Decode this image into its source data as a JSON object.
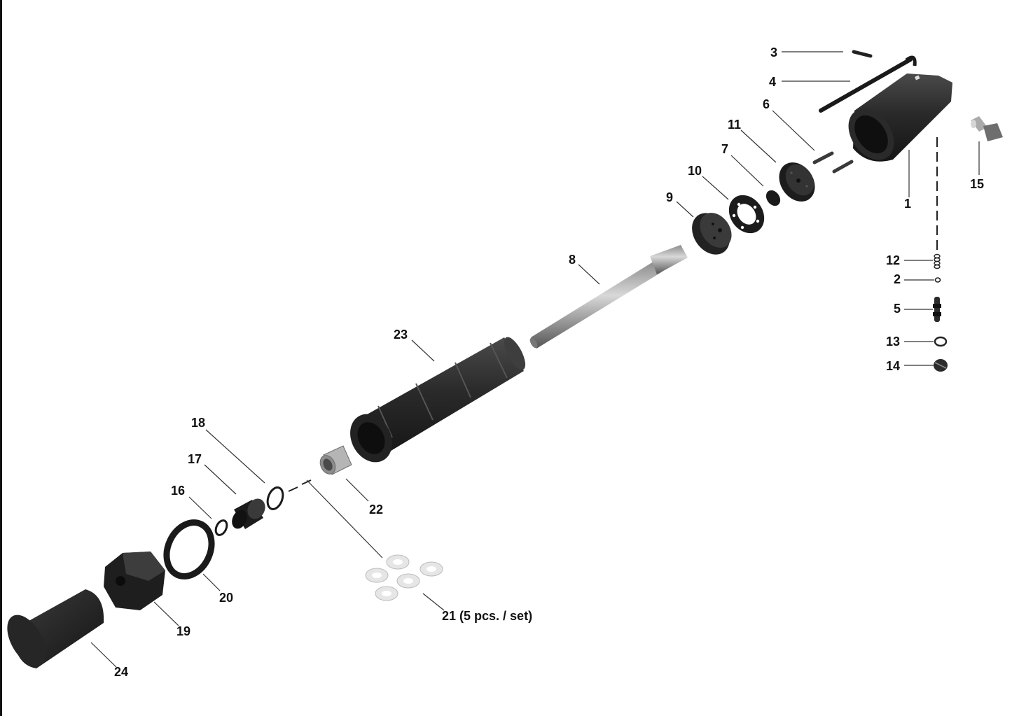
{
  "diagram": {
    "colors": {
      "part": "#2b2b2b",
      "part_dark": "#161616",
      "part_light": "#555555",
      "metal": "#c9c9c9",
      "washer": "#e6e6e6",
      "leader": "#333333",
      "frame": "#111111"
    },
    "callouts": {
      "c1": "1",
      "c2": "2",
      "c3": "3",
      "c4": "4",
      "c5": "5",
      "c6": "6",
      "c7": "7",
      "c8": "8",
      "c9": "9",
      "c10": "10",
      "c11": "11",
      "c12": "12",
      "c13": "13",
      "c14": "14",
      "c15": "15",
      "c16": "16",
      "c17": "17",
      "c18": "18",
      "c19": "19",
      "c20": "20",
      "c21": "21 (5 pcs. / set)",
      "c22": "22",
      "c23": "23",
      "c24": "24"
    }
  }
}
